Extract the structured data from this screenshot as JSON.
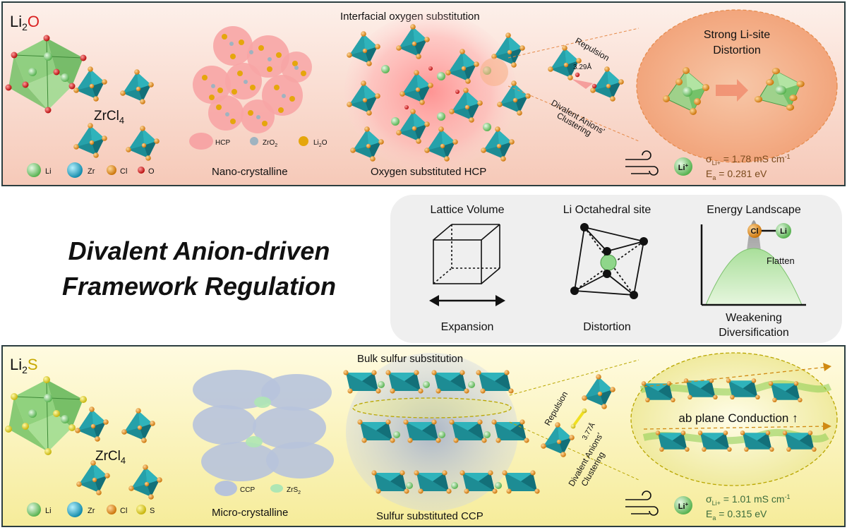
{
  "top_panel": {
    "formula_base": "Li",
    "formula_sub": "2",
    "formula_anion": "O",
    "zrcl_base": "ZrCl",
    "zrcl_sub": "4",
    "legend_atoms": [
      {
        "label": "Li",
        "color": "#6fc46a"
      },
      {
        "label": "Zr",
        "color": "#1aa7c7"
      },
      {
        "label": "Cl",
        "color": "#e59a1f"
      },
      {
        "label": "O",
        "color": "#d92020"
      }
    ],
    "nano_legend_hcp": "HCP",
    "nano_legend_zro2_base": "ZrO",
    "nano_legend_zro2_sub": "2",
    "nano_legend_li2o_base": "Li",
    "nano_legend_li2o_sub": "2",
    "nano_legend_li2o_tail": "O",
    "nano_label": "Nano-crystalline",
    "lattice_title": "Interfacial oxygen substitution",
    "lattice_label": "Oxygen substituted HCP",
    "repulsion_label": "Repulsion",
    "distance_label": "3.29Å",
    "cluster_label_1": "Divalent Anions'",
    "cluster_label_2": "Clustering",
    "distortion_title_1": "Strong Li-site",
    "distortion_title_2": "Distortion",
    "ion_label": "Li",
    "ion_sup": "+",
    "conductivity_prefix": "σ",
    "conductivity_sub": "Li+",
    "conductivity_value": " = 1.78 mS cm",
    "conductivity_unit_sup": "-1",
    "ea_prefix": "E",
    "ea_sub": "a",
    "ea_value": " = 0.281 eV"
  },
  "middle": {
    "title_line_1": "Divalent Anion-driven",
    "title_line_2": "Framework Regulation",
    "cards": [
      {
        "title": "Lattice Volume",
        "caption": "Expansion"
      },
      {
        "title": "Li Octahedral site",
        "caption": "Distortion"
      },
      {
        "title": "Energy Landscape",
        "caption_1": "Weakening",
        "caption_2": "Diversification"
      }
    ],
    "flatten_label": "Flatten",
    "bond_left": "Cl",
    "bond_right": "Li"
  },
  "bottom_panel": {
    "formula_base": "Li",
    "formula_sub": "2",
    "formula_anion": "S",
    "zrcl_base": "ZrCl",
    "zrcl_sub": "4",
    "legend_atoms": [
      {
        "label": "Li",
        "color": "#6fc46a"
      },
      {
        "label": "Zr",
        "color": "#1aa7c7"
      },
      {
        "label": "Cl",
        "color": "#e59a1f"
      },
      {
        "label": "S",
        "color": "#e8d61a"
      }
    ],
    "micro_legend_ccp": "CCP",
    "micro_legend_zrs2_base": "ZrS",
    "micro_legend_zrs2_sub": "2",
    "micro_label": "Micro-crystalline",
    "lattice_title": "Bulk sulfur substitution",
    "lattice_label": "Sulfur substituted CCP",
    "repulsion_label": "Repulsion",
    "distance_label": "3.77Å",
    "cluster_label_1": "Divalent Anions'",
    "cluster_label_2": "Clustering",
    "conduction_label": "ab plane Conduction ↑",
    "ion_label": "Li",
    "ion_sup": "+",
    "conductivity_prefix": "σ",
    "conductivity_sub": "Li+",
    "conductivity_value": " = 1.01 mS cm",
    "conductivity_unit_sup": "-1",
    "ea_prefix": "E",
    "ea_sub": "a",
    "ea_value": " = 0.315 eV"
  },
  "colors": {
    "top_bg": "#fbe6dc",
    "bottom_bg": "#fbf6c8",
    "zr_teal": "#1d8c94",
    "li_green": "#8fd68a",
    "cl_orange": "#e59a1f",
    "o_red": "#d92020",
    "s_yellow": "#e8d61a",
    "hcp_pink": "#f7a5a5",
    "ccp_blue": "#b7c3db",
    "value_text": "#7a4a1c",
    "value_text_bottom": "#3b6b3b"
  }
}
